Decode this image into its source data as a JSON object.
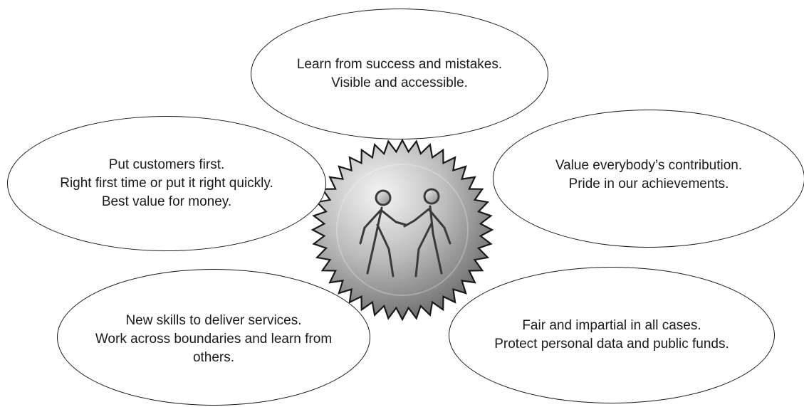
{
  "bubbles": {
    "top": [
      "Learn from success and mistakes.",
      "Visible and accessible."
    ],
    "left": [
      "Put customers first.",
      "Right first time or put it right quickly.",
      "Best value for money."
    ],
    "right": [
      "Value everybody’s contribution.",
      "Pride in our achievements."
    ],
    "bottom_left": [
      "New skills to deliver services.",
      "Work across boundaries and learn from",
      "others."
    ],
    "bottom_right": [
      "Fair and impartial in all cases.",
      "Protect personal data and public funds."
    ]
  },
  "center": {
    "icon": "handshake-seal-icon",
    "colors": {
      "seal_light": "#e6e6e6",
      "seal_dark": "#6b6b6b",
      "outline": "#1a1a1a"
    }
  }
}
